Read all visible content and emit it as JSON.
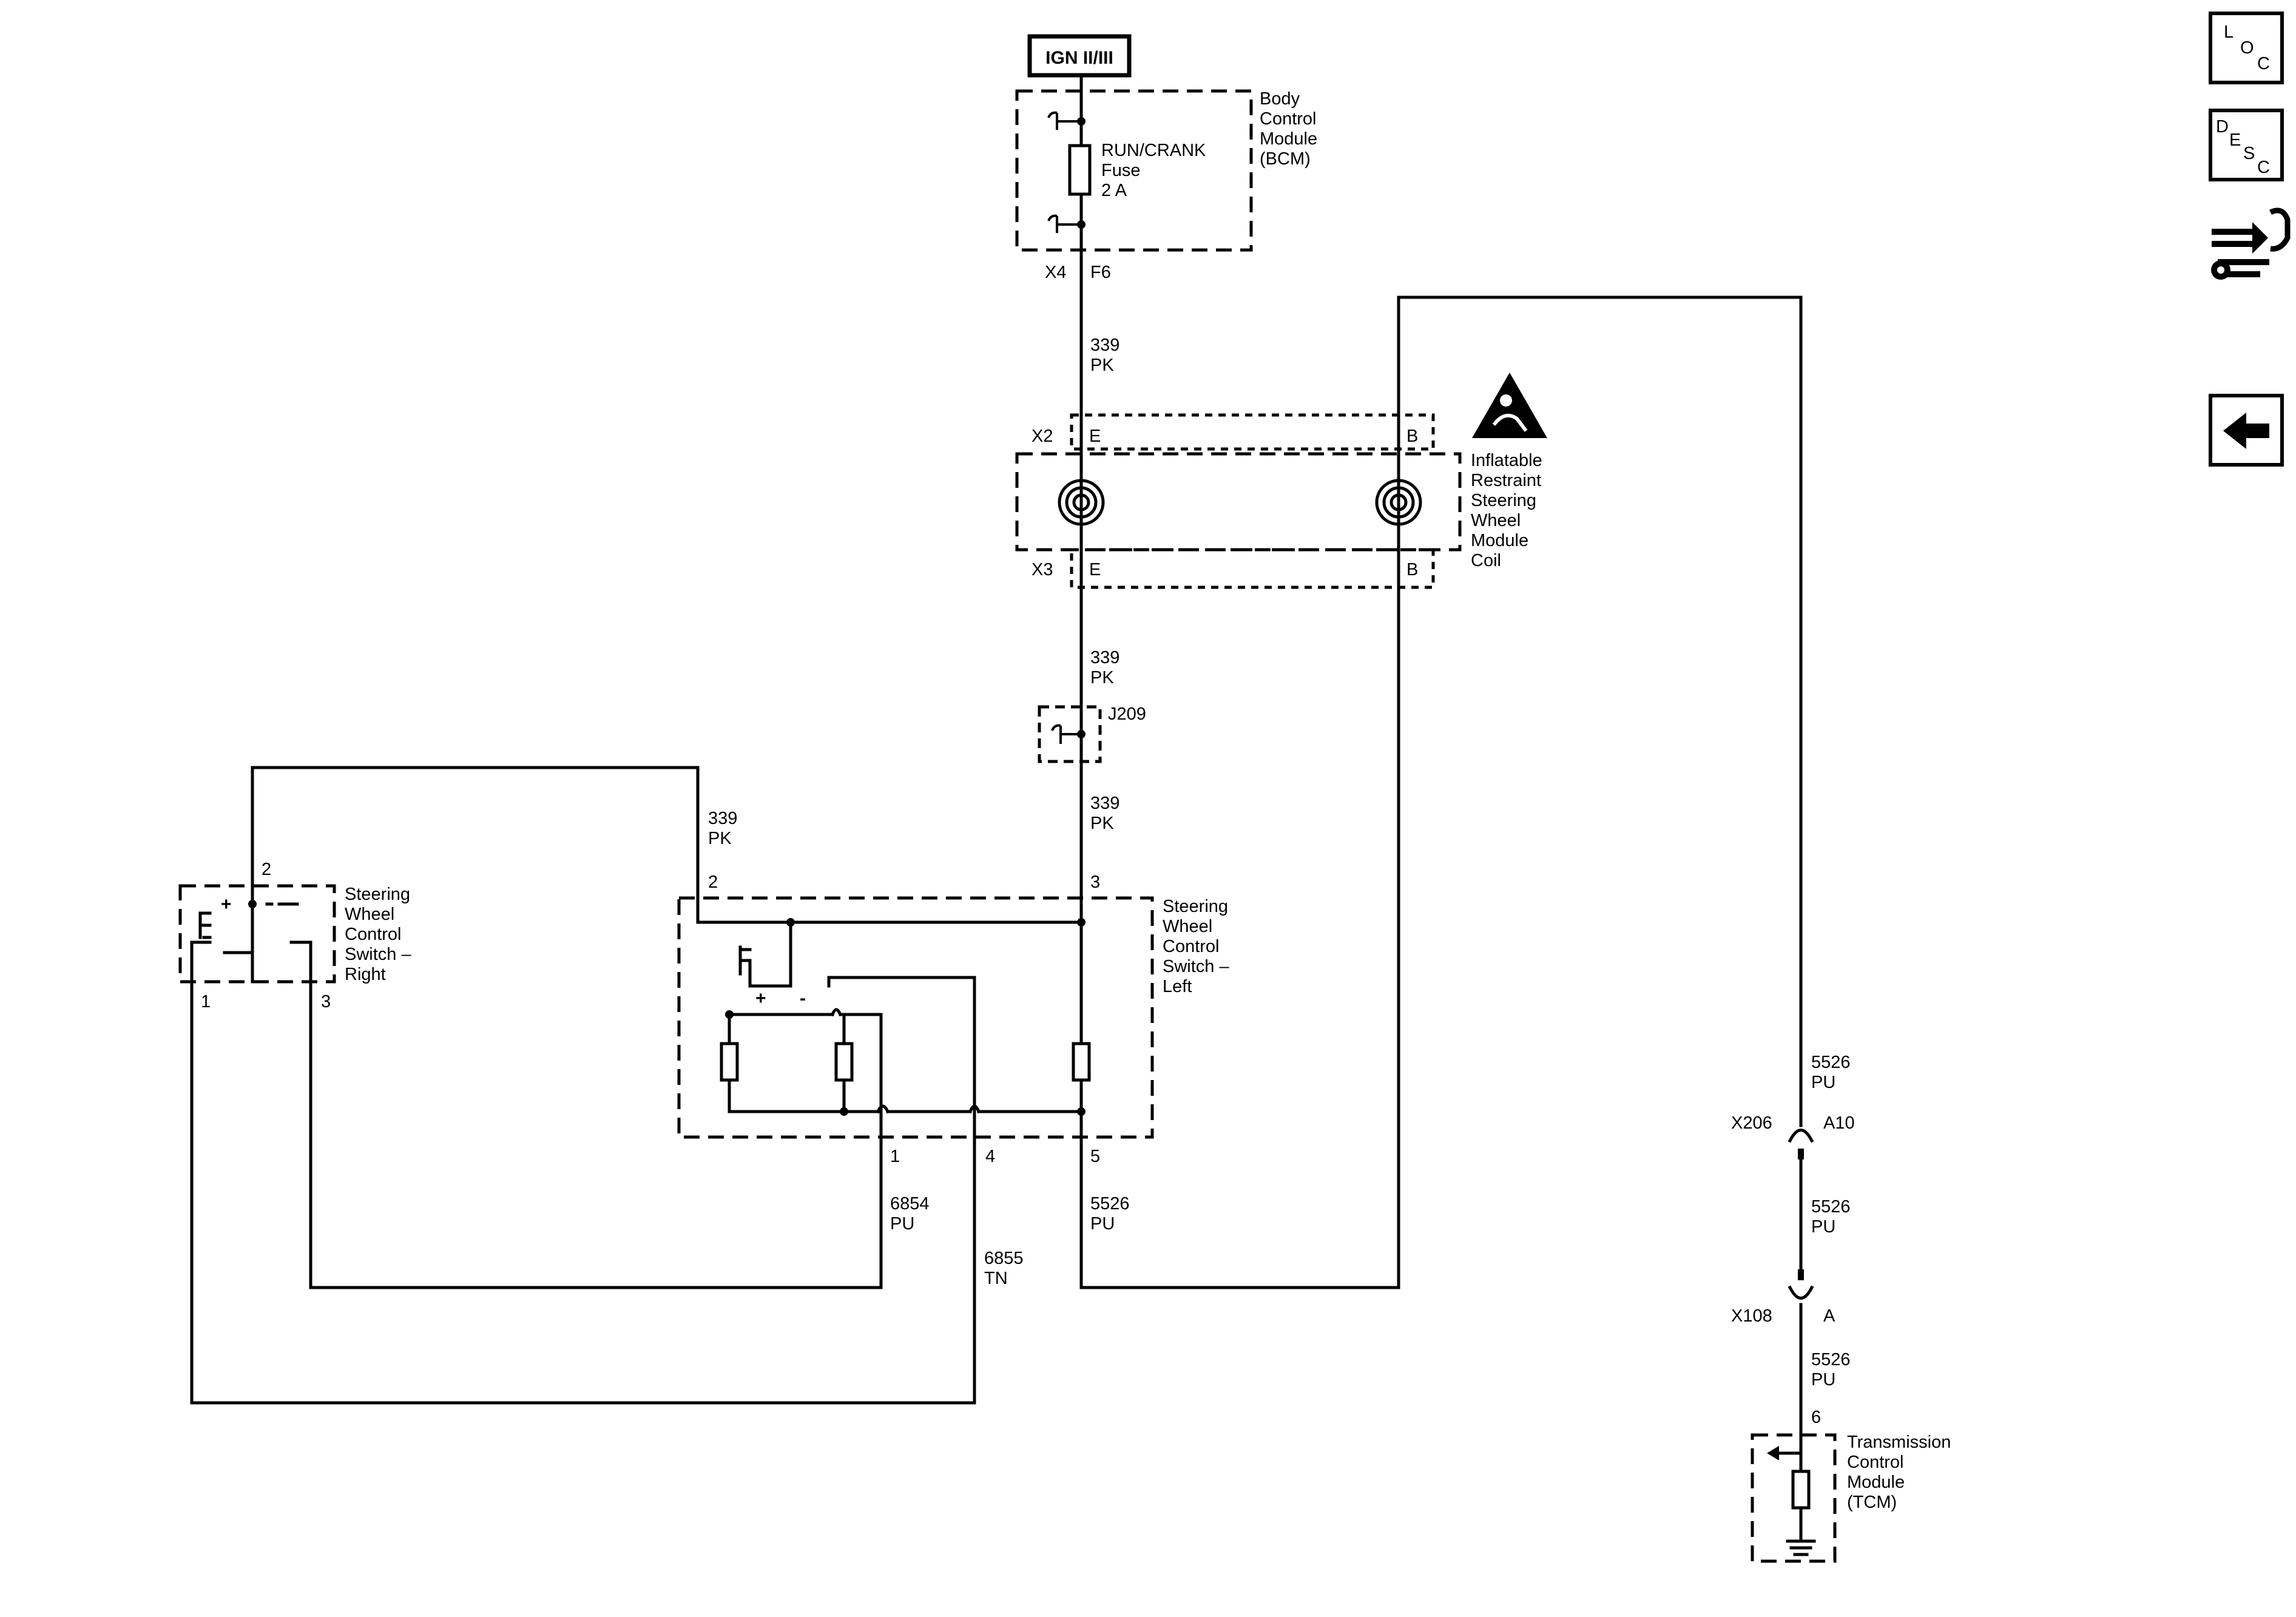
{
  "power_source": {
    "label": "IGN II/III"
  },
  "modules": {
    "bcm": {
      "name_lines": [
        "Body",
        "Control",
        "Module",
        "(BCM)"
      ]
    },
    "fuse": {
      "lines": [
        "RUN/CRANK",
        "Fuse",
        "2 A"
      ]
    },
    "airbag_coil": {
      "lines": [
        "Inflatable",
        "Restraint",
        "Steering",
        "Wheel",
        "Module",
        "Coil"
      ]
    },
    "sw_right": {
      "lines": [
        "Steering",
        "Wheel",
        "Control",
        "Switch –",
        "Right"
      ]
    },
    "sw_left": {
      "lines": [
        "Steering",
        "Wheel",
        "Control",
        "Switch –",
        "Left"
      ]
    },
    "tcm": {
      "lines": [
        "Transmission",
        "Control",
        "Module",
        "(TCM)"
      ]
    }
  },
  "connectors": {
    "x4": "X4",
    "f6": "F6",
    "x2": "X2",
    "x2_e": "E",
    "x2_b": "B",
    "x3": "X3",
    "x3_e": "E",
    "x3_b": "B",
    "j209": "J209",
    "x206": "X206",
    "x206_pin": "A10",
    "x108": "X108",
    "x108_pin": "A"
  },
  "pins": {
    "swl_2": "2",
    "swl_3": "3",
    "swl_1": "1",
    "swl_4": "4",
    "swl_5": "5",
    "swr_2": "2",
    "swr_1": "1",
    "swr_3": "3",
    "tcm_6": "6"
  },
  "wires": {
    "w1": [
      "339",
      "PK"
    ],
    "w2": [
      "339",
      "PK"
    ],
    "w3": [
      "339",
      "PK"
    ],
    "w4": [
      "339",
      "PK"
    ],
    "w5": [
      "6854",
      "PU"
    ],
    "w6": [
      "6855",
      "TN"
    ],
    "w7": [
      "5526",
      "PU"
    ],
    "w8": [
      "5526",
      "PU"
    ],
    "w9": [
      "5526",
      "PU"
    ],
    "w10": [
      "5526",
      "PU"
    ]
  },
  "switch_symbols": {
    "plus": "+",
    "minus": "-"
  },
  "nav": {
    "loc_letters": [
      "L",
      "O",
      "C"
    ],
    "desc_letters": [
      "D",
      "E",
      "S",
      "C"
    ],
    "connector_tool_icon": "connector-repair-icon",
    "back_icon": "back-arrow-icon"
  }
}
